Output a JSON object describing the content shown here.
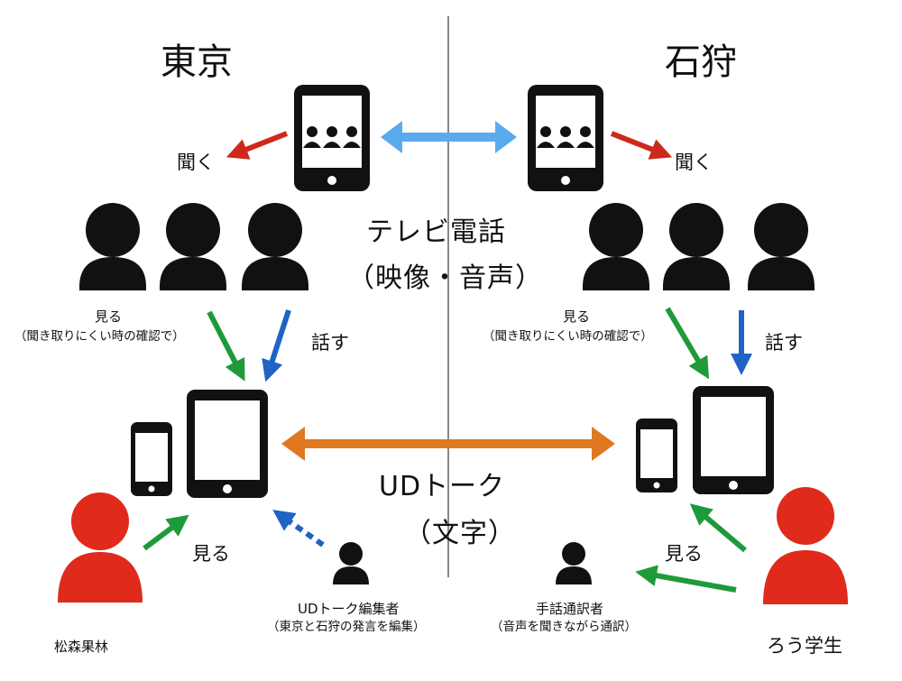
{
  "colors": {
    "red_arrow": "#cc2a1a",
    "green_arrow": "#1f9a3a",
    "blue_arrow": "#1f63c4",
    "light_blue_arrow": "#5aaaf0",
    "orange_arrow": "#e07820",
    "red_person": "#e02a1c",
    "divider": "#888888"
  },
  "left": {
    "city": "東京",
    "listen": "聞く",
    "view": "見る",
    "view_note": "（聞き取りにくい時の確認で）",
    "speak": "話す",
    "view2": "見る",
    "person_name": "松森果林",
    "editor_title": "UDトーク編集者",
    "editor_note": "（東京と石狩の発言を編集）"
  },
  "right": {
    "city": "石狩",
    "listen": "聞く",
    "view": "見る",
    "view_note": "（聞き取りにくい時の確認で）",
    "speak": "話す",
    "view2": "見る",
    "person_name": "ろう学生",
    "interpreter_title": "手話通訳者",
    "interpreter_note": "（音声を聞きながら通訳）"
  },
  "center": {
    "tv_phone": "テレビ電話",
    "tv_phone_detail": "（映像・音声）",
    "udtalk": "UDトーク",
    "udtalk_detail": "（文字）"
  },
  "icons": [
    "phone-video-icon",
    "tablet-icon",
    "smartphone-icon",
    "person-icon",
    "arrow-icon"
  ]
}
